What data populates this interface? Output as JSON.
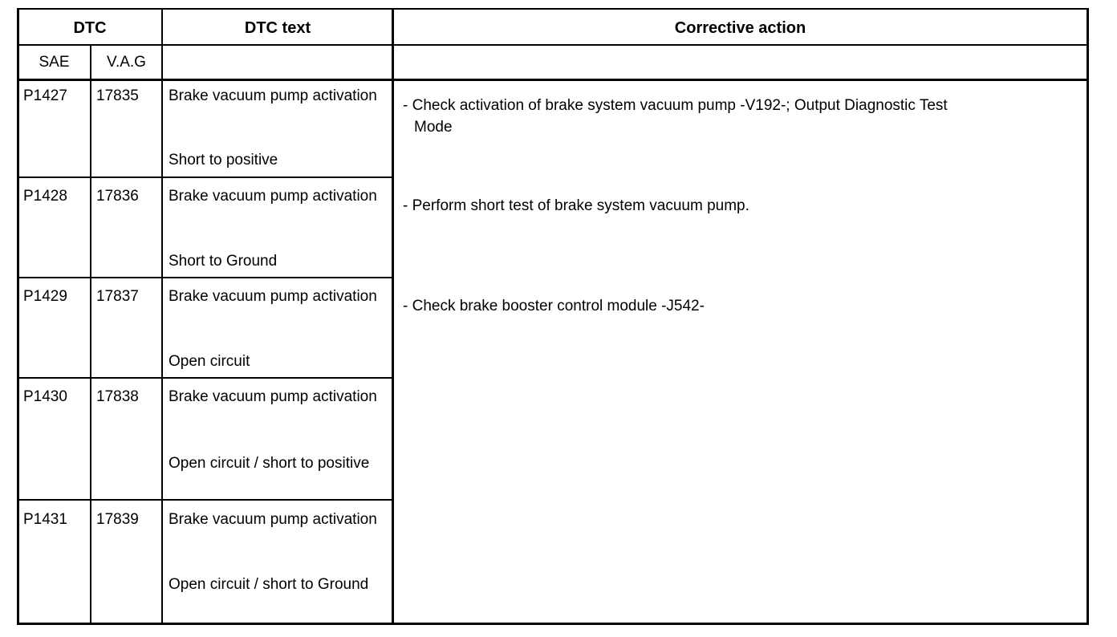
{
  "table": {
    "headers": {
      "dtc_group": "DTC",
      "dtc_sae": "SAE",
      "dtc_vag": "V.A.G",
      "dtc_text": "DTC text",
      "corrective_action": "Corrective action",
      "dtc_text_sub": "",
      "corrective_action_sub": ""
    },
    "rows": [
      {
        "sae": "P1427",
        "vag": "17835",
        "dtc_text": "Brake vacuum pump activation",
        "fault_type": "Short to positive"
      },
      {
        "sae": "P1428",
        "vag": "17836",
        "dtc_text": "Brake vacuum pump activation",
        "fault_type": "Short to Ground"
      },
      {
        "sae": "P1429",
        "vag": "17837",
        "dtc_text": "Brake vacuum pump activation",
        "fault_type": "Open circuit"
      },
      {
        "sae": "P1430",
        "vag": "17838",
        "dtc_text": "Brake vacuum pump activation",
        "fault_type": "Open circuit / short to positive"
      },
      {
        "sae": "P1431",
        "vag": "17839",
        "dtc_text": "Brake vacuum pump activation",
        "fault_type": "Open circuit / short to Ground"
      }
    ],
    "corrective_actions": [
      "- Check activation of brake system vacuum pump -V192-; Output Diagnostic Test Mode",
      "- Perform short test of brake system vacuum pump.",
      "- Check brake booster control module -J542-"
    ]
  }
}
